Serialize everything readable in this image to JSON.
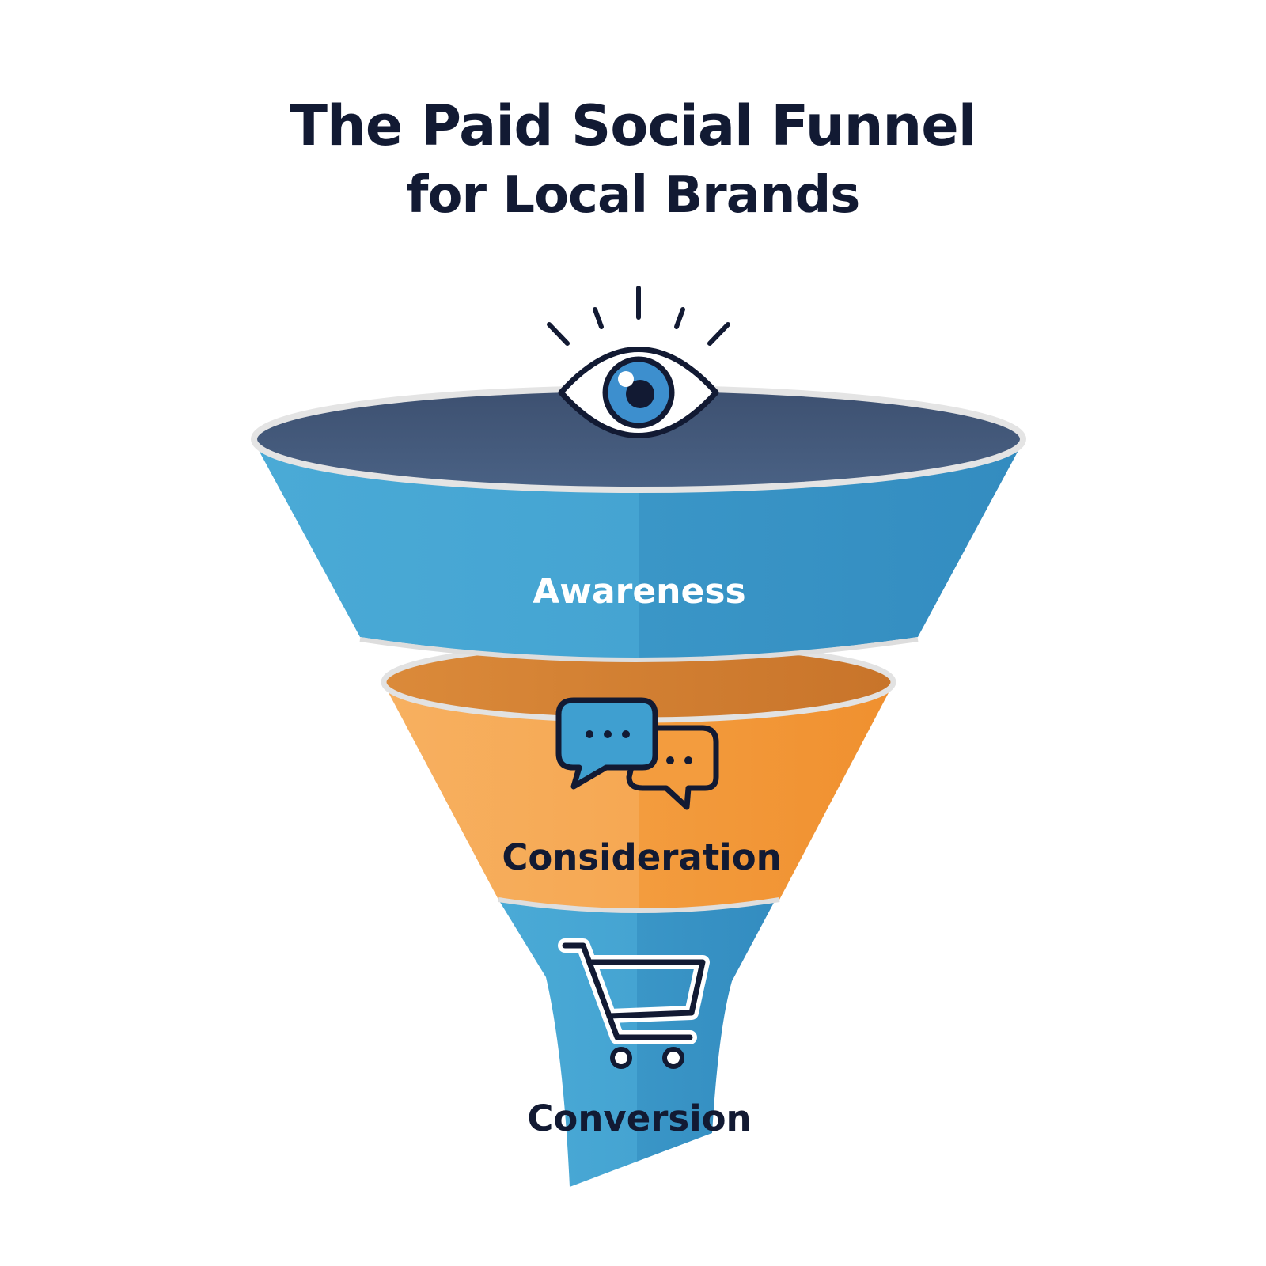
{
  "title": {
    "line1": "The Paid Social Funnel",
    "line2": "for Local Brands"
  },
  "stages": [
    {
      "label": "Awareness",
      "icon": "eye-icon"
    },
    {
      "label": "Consideration",
      "icon": "chat-bubbles-icon"
    },
    {
      "label": "Conversion",
      "icon": "shopping-cart-icon"
    }
  ],
  "colors": {
    "title": "#121a33",
    "awareness": "#3f9fd0",
    "awareness_inner": "#42587a",
    "consideration": "#f5a046",
    "consideration_inner": "#d07a2a",
    "conversion": "#3f9fd0",
    "icon_stroke": "#121a33",
    "awareness_label": "#ffffff",
    "dark_label": "#121a33"
  }
}
